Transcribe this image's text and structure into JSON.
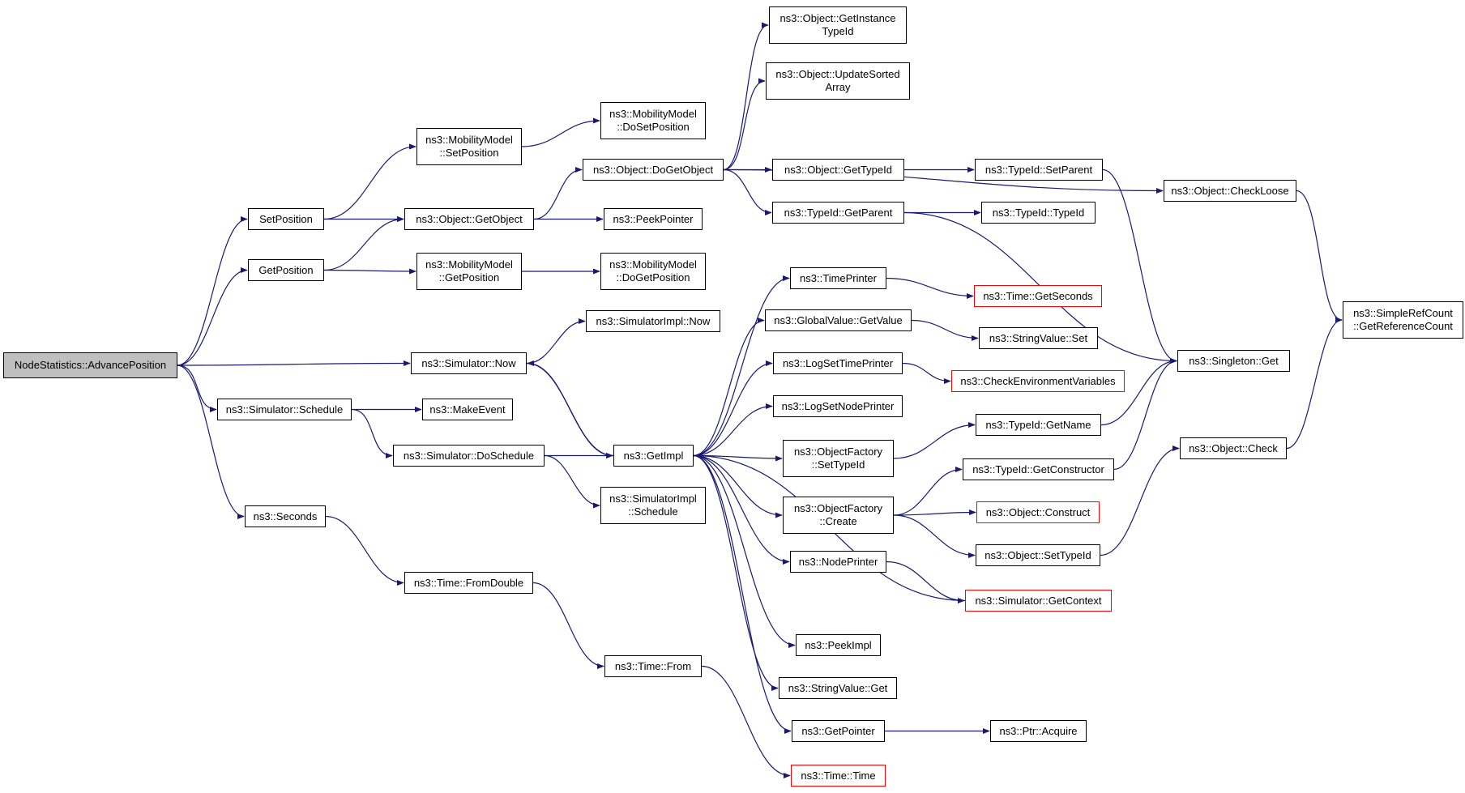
{
  "colors": {
    "edge": "#191970",
    "root_fill": "#bfbfbf",
    "node_border": "#000000",
    "truncated_border": "#ff0000"
  },
  "nodes": {
    "advance": {
      "lines": [
        "NodeStatistics::AdvancePosition"
      ],
      "root": true
    },
    "setpos": {
      "lines": [
        "SetPosition"
      ]
    },
    "getpos": {
      "lines": [
        "GetPosition"
      ]
    },
    "sched": {
      "lines": [
        "ns3::Simulator::Schedule"
      ]
    },
    "seconds": {
      "lines": [
        "ns3::Seconds"
      ]
    },
    "mm_setpos": {
      "lines": [
        "ns3::MobilityModel",
        "::SetPosition"
      ]
    },
    "getobject": {
      "lines": [
        "ns3::Object::GetObject"
      ]
    },
    "mm_getpos": {
      "lines": [
        "ns3::MobilityModel",
        "::GetPosition"
      ]
    },
    "sim_now": {
      "lines": [
        "ns3::Simulator::Now"
      ]
    },
    "makeevent": {
      "lines": [
        "ns3::MakeEvent"
      ]
    },
    "doschedule": {
      "lines": [
        "ns3::Simulator::DoSchedule"
      ]
    },
    "fromdouble": {
      "lines": [
        "ns3::Time::FromDouble"
      ]
    },
    "mm_dosetpos": {
      "lines": [
        "ns3::MobilityModel",
        "::DoSetPosition"
      ]
    },
    "dogetobject": {
      "lines": [
        "ns3::Object::DoGetObject"
      ]
    },
    "peekpointer": {
      "lines": [
        "ns3::PeekPointer"
      ]
    },
    "mm_dogetpos": {
      "lines": [
        "ns3::MobilityModel",
        "::DoGetPosition"
      ]
    },
    "simimpl_now": {
      "lines": [
        "ns3::SimulatorImpl::Now"
      ]
    },
    "getimpl": {
      "lines": [
        "ns3::GetImpl"
      ]
    },
    "simimpl_sched": {
      "lines": [
        "ns3::SimulatorImpl",
        "::Schedule"
      ]
    },
    "time_from": {
      "lines": [
        "ns3::Time::From"
      ]
    },
    "getinstancetypeid": {
      "lines": [
        "ns3::Object::GetInstance",
        "TypeId"
      ]
    },
    "updatesorted": {
      "lines": [
        "ns3::Object::UpdateSorted",
        "Array"
      ]
    },
    "gettypeid": {
      "lines": [
        "ns3::Object::GetTypeId"
      ]
    },
    "getparent": {
      "lines": [
        "ns3::TypeId::GetParent"
      ]
    },
    "timeprinter": {
      "lines": [
        "ns3::TimePrinter"
      ]
    },
    "gv_getvalue": {
      "lines": [
        "ns3::GlobalValue::GetValue"
      ]
    },
    "logsettimeprinter": {
      "lines": [
        "ns3::LogSetTimePrinter"
      ]
    },
    "logsetnodeprinter": {
      "lines": [
        "ns3::LogSetNodePrinter"
      ]
    },
    "of_settypeid": {
      "lines": [
        "ns3::ObjectFactory",
        "::SetTypeId"
      ]
    },
    "of_create": {
      "lines": [
        "ns3::ObjectFactory",
        "::Create"
      ]
    },
    "nodeprinter": {
      "lines": [
        "ns3::NodePrinter"
      ]
    },
    "peekimpl": {
      "lines": [
        "ns3::PeekImpl"
      ]
    },
    "sv_get": {
      "lines": [
        "ns3::StringValue::Get"
      ]
    },
    "getpointer": {
      "lines": [
        "ns3::GetPointer"
      ]
    },
    "time_time": {
      "lines": [
        "ns3::Time::Time"
      ],
      "truncated": true
    },
    "tid_setparent": {
      "lines": [
        "ns3::TypeId::SetParent"
      ]
    },
    "tid_typeid": {
      "lines": [
        "ns3::TypeId::TypeId"
      ]
    },
    "time_getseconds": {
      "lines": [
        "ns3::Time::GetSeconds"
      ],
      "truncated": true
    },
    "sv_set": {
      "lines": [
        "ns3::StringValue::Set"
      ]
    },
    "checkenv": {
      "lines": [
        "ns3::CheckEnvironmentVariables"
      ],
      "truncated": true
    },
    "tid_getname": {
      "lines": [
        "ns3::TypeId::GetName"
      ]
    },
    "tid_getconstructor": {
      "lines": [
        "ns3::TypeId::GetConstructor"
      ]
    },
    "obj_construct": {
      "lines": [
        "ns3::Object::Construct"
      ],
      "truncated": true
    },
    "obj_settypeid": {
      "lines": [
        "ns3::Object::SetTypeId"
      ]
    },
    "sim_getcontext": {
      "lines": [
        "ns3::Simulator::GetContext"
      ],
      "truncated": true
    },
    "ptr_acquire": {
      "lines": [
        "ns3::Ptr::Acquire"
      ]
    },
    "checkloose": {
      "lines": [
        "ns3::Object::CheckLoose"
      ]
    },
    "singleton_get": {
      "lines": [
        "ns3::Singleton::Get"
      ]
    },
    "obj_check": {
      "lines": [
        "ns3::Object::Check"
      ]
    },
    "getrefcount": {
      "lines": [
        "ns3::SimpleRefCount",
        "::GetReferenceCount"
      ]
    }
  },
  "edges": [
    [
      "advance",
      "setpos"
    ],
    [
      "advance",
      "getpos"
    ],
    [
      "advance",
      "sim_now"
    ],
    [
      "advance",
      "sched"
    ],
    [
      "advance",
      "seconds"
    ],
    [
      "setpos",
      "mm_setpos"
    ],
    [
      "setpos",
      "getobject"
    ],
    [
      "getpos",
      "getobject"
    ],
    [
      "getpos",
      "mm_getpos"
    ],
    [
      "mm_setpos",
      "mm_dosetpos"
    ],
    [
      "mm_getpos",
      "mm_dogetpos"
    ],
    [
      "getobject",
      "dogetobject"
    ],
    [
      "getobject",
      "peekpointer"
    ],
    [
      "dogetobject",
      "getinstancetypeid"
    ],
    [
      "dogetobject",
      "updatesorted"
    ],
    [
      "dogetobject",
      "checkloose"
    ],
    [
      "dogetobject",
      "gettypeid"
    ],
    [
      "dogetobject",
      "getparent"
    ],
    [
      "gettypeid",
      "tid_setparent"
    ],
    [
      "getparent",
      "tid_typeid"
    ],
    [
      "getparent",
      "singleton_get"
    ],
    [
      "tid_setparent",
      "singleton_get"
    ],
    [
      "sim_now",
      "simimpl_now"
    ],
    [
      "sim_now",
      "getimpl"
    ],
    [
      "getimpl",
      "sim_now"
    ],
    [
      "sched",
      "makeevent"
    ],
    [
      "sched",
      "doschedule"
    ],
    [
      "doschedule",
      "getimpl"
    ],
    [
      "doschedule",
      "simimpl_sched"
    ],
    [
      "getimpl",
      "timeprinter"
    ],
    [
      "getimpl",
      "gv_getvalue"
    ],
    [
      "getimpl",
      "logsettimeprinter"
    ],
    [
      "getimpl",
      "logsetnodeprinter"
    ],
    [
      "getimpl",
      "of_settypeid"
    ],
    [
      "getimpl",
      "of_create"
    ],
    [
      "getimpl",
      "nodeprinter"
    ],
    [
      "getimpl",
      "peekimpl"
    ],
    [
      "getimpl",
      "sv_get"
    ],
    [
      "getimpl",
      "getpointer"
    ],
    [
      "sim_getcontext",
      "getimpl"
    ],
    [
      "timeprinter",
      "time_getseconds"
    ],
    [
      "gv_getvalue",
      "sv_set"
    ],
    [
      "logsettimeprinter",
      "checkenv"
    ],
    [
      "of_settypeid",
      "tid_getname"
    ],
    [
      "of_create",
      "tid_getconstructor"
    ],
    [
      "of_create",
      "obj_construct"
    ],
    [
      "of_create",
      "obj_settypeid"
    ],
    [
      "nodeprinter",
      "sim_getcontext"
    ],
    [
      "getpointer",
      "ptr_acquire"
    ],
    [
      "tid_getname",
      "singleton_get"
    ],
    [
      "tid_getconstructor",
      "singleton_get"
    ],
    [
      "obj_settypeid",
      "obj_check"
    ],
    [
      "checkloose",
      "getrefcount"
    ],
    [
      "obj_check",
      "getrefcount"
    ],
    [
      "seconds",
      "fromdouble"
    ],
    [
      "fromdouble",
      "time_from"
    ],
    [
      "time_from",
      "time_time"
    ]
  ]
}
